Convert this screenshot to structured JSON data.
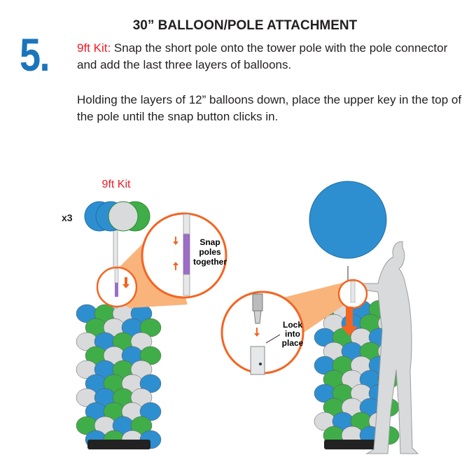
{
  "header": {
    "title": "30” BALLOON/POLE ATTACHMENT",
    "step_number": "5."
  },
  "instructions": {
    "kit_label": "9ft Kit:",
    "paragraph1": " Snap the short pole onto the tower pole with the pole connector and add the last three layers of balloons.",
    "paragraph2": "Holding the layers of 12” balloons down, place the upper key in the top of the pole until the snap button clicks in."
  },
  "illustration_left": {
    "kit_title": "9ft Kit",
    "multiplier": "x3",
    "callout_line1": "Snap",
    "callout_line2": "poles",
    "callout_line3": "together"
  },
  "illustration_right": {
    "callout_line1": "Lock",
    "callout_line2": "into",
    "callout_line3": "place"
  },
  "colors": {
    "blue": "#2e8fd0",
    "green": "#3fae49",
    "gray": "#d8dadb",
    "orange": "#f26522",
    "orange_fill": "#f9b47c",
    "step_blue": "#1b75bc",
    "kit_red": "#ed1c24"
  }
}
